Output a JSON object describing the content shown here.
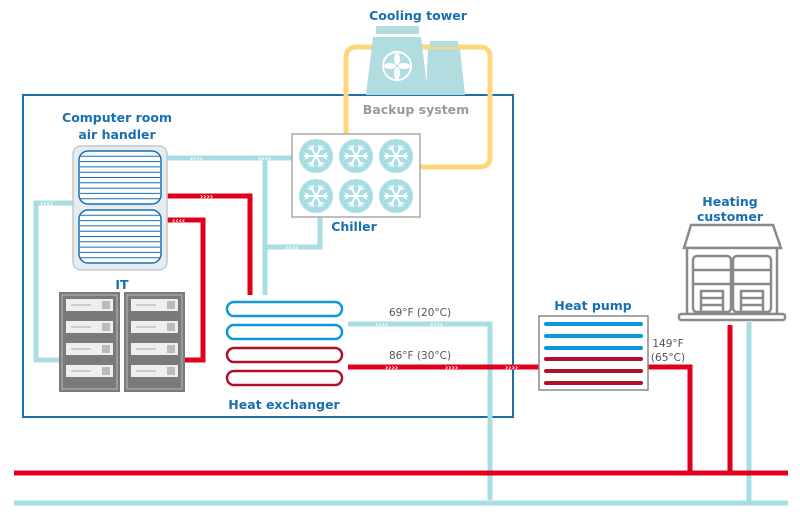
{
  "labels": {
    "cooling_tower": "Cooling tower",
    "backup_system": "Backup system",
    "air_handler_line1": "Computer room",
    "air_handler_line2": "air handler",
    "chiller": "Chiller",
    "it": "IT",
    "heat_exchanger": "Heat exchanger",
    "heat_pump": "Heat pump",
    "heating_customer_line1": "Heating",
    "heating_customer_line2": "customer"
  },
  "temperatures": {
    "cold_return": "69°F (20°C)",
    "warm_supply": "86°F (30°C)",
    "hot_line1": "149°F",
    "hot_line2": "(65°C)"
  },
  "icons": {
    "cooling_tower": "cooling-tower-fan-icon",
    "chiller": "snowflake-icon",
    "it": "server-rack-icon",
    "customer": "building-icon"
  },
  "colors": {
    "label_blue": "#1a6fb0",
    "frame_blue": "#1a6fb0",
    "cold_pipe": "#a8dde3",
    "hot_pipe": "#e0001b",
    "backup_pipe": "#fdd77a",
    "coil_blue": "#0a9ad8",
    "coil_red": "#b0102a",
    "equipment_gray": "#7a7a7a"
  }
}
